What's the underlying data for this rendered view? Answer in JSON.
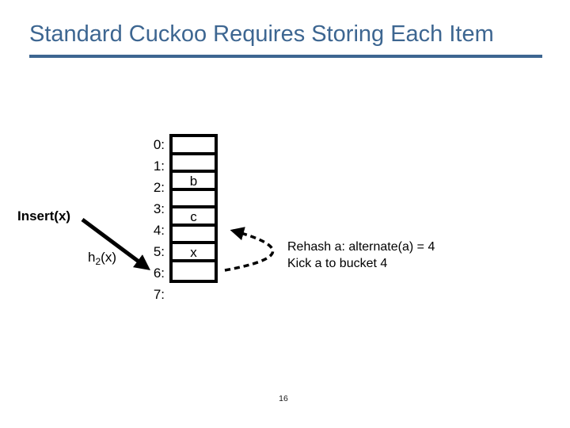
{
  "slide": {
    "title": "Standard Cuckoo Requires Storing Each Item",
    "page_number": "16",
    "colors": {
      "title_text": "#3d6691",
      "title_rule": "#3d6691",
      "diagram": "#000000",
      "background": "#ffffff"
    }
  },
  "diagram": {
    "insert_label": "Insert(x)",
    "hash_label": {
      "base": "h",
      "sub": "2",
      "args": "(x)"
    },
    "buckets": [
      {
        "index": "0:",
        "value": ""
      },
      {
        "index": "1:",
        "value": ""
      },
      {
        "index": "2:",
        "value": "b"
      },
      {
        "index": "3:",
        "value": ""
      },
      {
        "index": "4:",
        "value": "c"
      },
      {
        "index": "5:",
        "value": ""
      },
      {
        "index": "6:",
        "value": "x"
      },
      {
        "index": "7:",
        "value": ""
      }
    ],
    "annotation": {
      "line1": "Rehash a: alternate(a) = 4",
      "line2": "Kick a to bucket 4"
    }
  }
}
